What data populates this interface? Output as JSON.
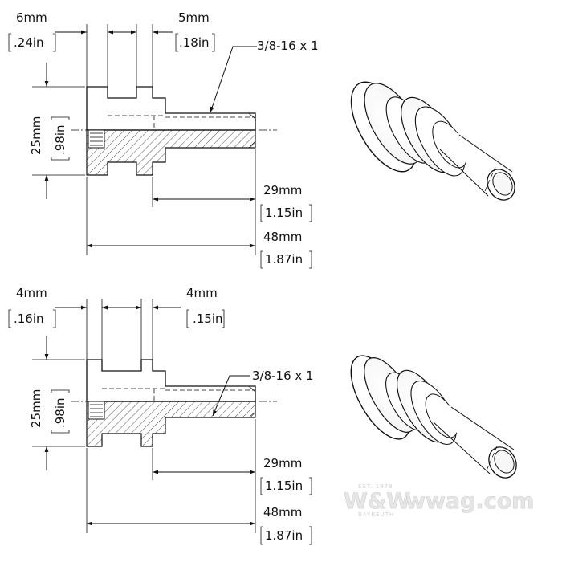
{
  "top_drawing": {
    "dim_flange_mm": "6mm",
    "dim_flange_in": ".24in",
    "dim_groove_mm": "5mm",
    "dim_groove_in": ".18in",
    "thread_callout": "3/8-16 x 1",
    "dim_diameter_mm": "25mm",
    "dim_diameter_in": ".98in",
    "dim_thread_length_mm": "29mm",
    "dim_thread_length_in": "1.15in",
    "dim_overall_mm": "48mm",
    "dim_overall_in": "1.87in"
  },
  "bottom_drawing": {
    "dim_flange_mm": "4mm",
    "dim_flange_in": ".16in",
    "dim_groove_mm": "4mm",
    "dim_groove_in": ".15in",
    "thread_callout": "3/8-16 x 1",
    "dim_diameter_mm": "25mm",
    "dim_diameter_in": ".98in",
    "dim_thread_length_mm": "29mm",
    "dim_thread_length_in": "1.15in",
    "dim_overall_mm": "48mm",
    "dim_overall_in": "1.87in"
  },
  "watermark": {
    "brand": "W&W",
    "site": "wwag.com",
    "est": "EST. 1978",
    "city": "BAYREUTH"
  }
}
